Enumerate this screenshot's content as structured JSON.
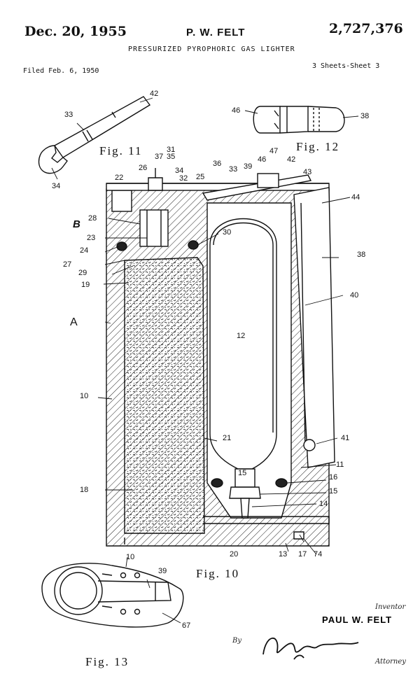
{
  "header": {
    "date": "Dec. 20, 1955",
    "inventor": "P. W. FELT",
    "patent_number": "2,727,376",
    "title": "PRESSURIZED PYROPHORIC GAS LIGHTER",
    "filed": "Filed Feb. 6, 1950",
    "sheets": "3 Sheets-Sheet 3"
  },
  "figures": {
    "fig10": "Fig. 10",
    "fig11": "Fig. 11",
    "fig12": "Fig. 12",
    "fig13": "Fig. 13"
  },
  "labels": {
    "l42a": "42",
    "l33a": "33",
    "l34a": "34",
    "l46a": "46",
    "l38a": "38",
    "l37": "37",
    "l35": "35",
    "l31": "31",
    "l26a": "26",
    "l22": "22",
    "l34b": "34",
    "l32": "32",
    "l25": "25",
    "l36": "36",
    "l33b": "33",
    "l39a": "39",
    "l46b": "46",
    "l47": "47",
    "l42b": "42",
    "l43": "43",
    "l44": "44",
    "lB": "B",
    "l28": "28",
    "l30": "30",
    "l23": "23",
    "l24": "24",
    "l27": "27",
    "l29": "29",
    "l19": "19",
    "l38b": "38",
    "l40": "40",
    "lA": "A",
    "l12": "12",
    "l10a": "10",
    "l21": "21",
    "l41": "41",
    "l11": "11",
    "l18": "18",
    "l15a": "15",
    "l16": "16",
    "l15b": "15",
    "l14": "14",
    "l20": "20",
    "l13": "13",
    "l17": "17",
    "l74": "74",
    "l10b": "10",
    "l39b": "39",
    "l67": "67"
  },
  "signature": {
    "inventor_role": "Inventor",
    "inventor_name": "PAUL W. FELT",
    "by": "By",
    "attorney_role": "Attorney"
  }
}
